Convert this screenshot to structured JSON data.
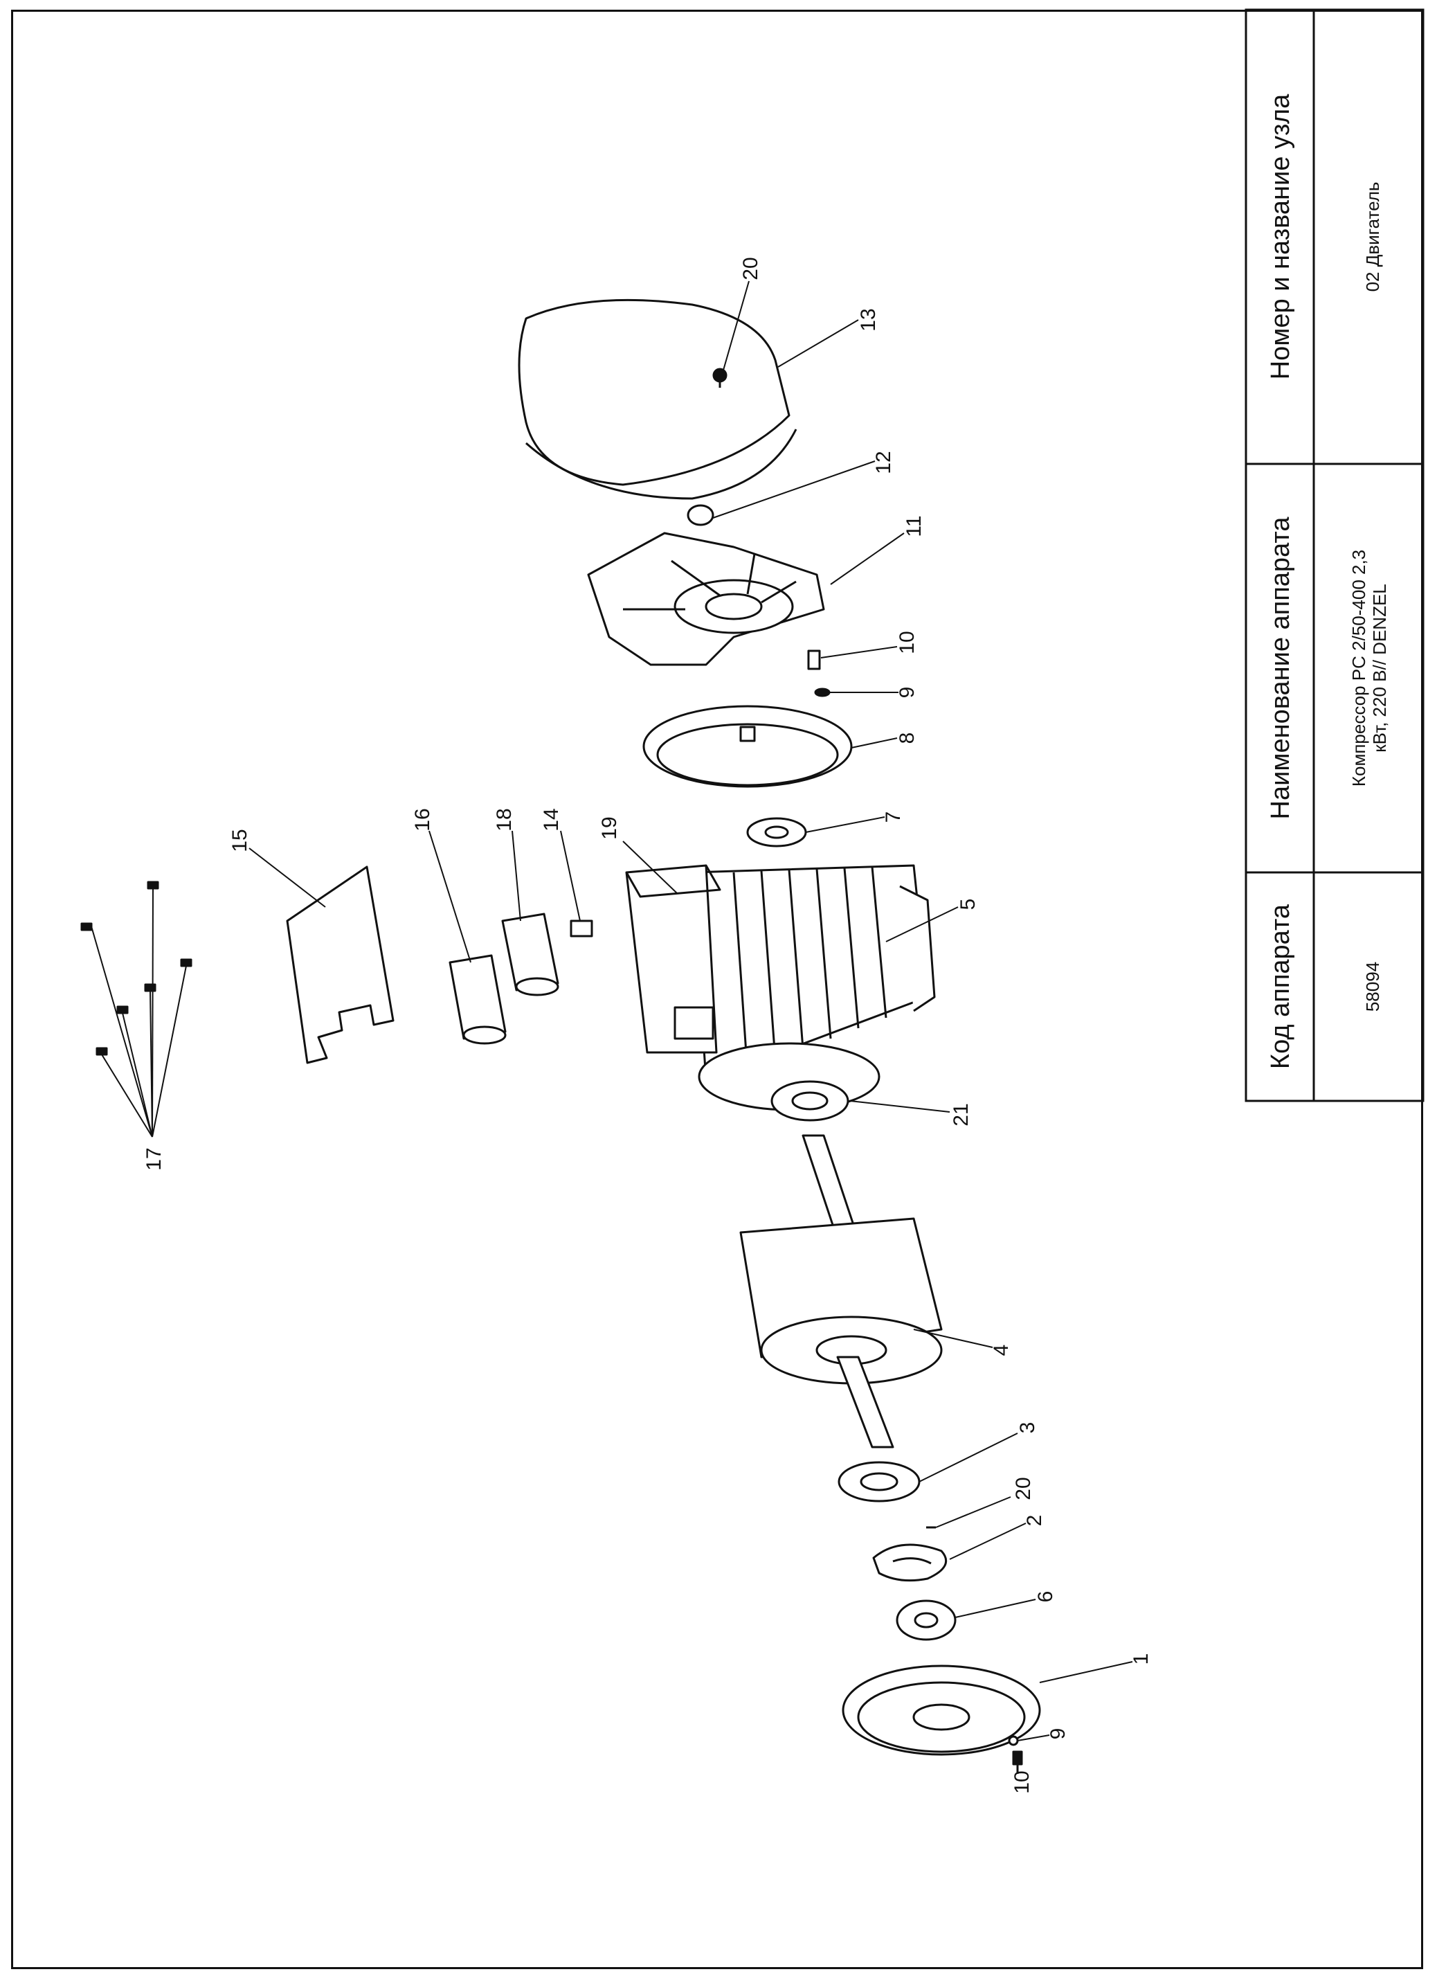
{
  "title_block": {
    "code_header": "Код аппарата",
    "code_value": "58094",
    "device_header": "Наименование аппарата",
    "device_value_line1": "Компрессор PC 2/50-400 2,3",
    "device_value_line2": "кВт, 220 В// DENZEL",
    "unit_header": "Номер и название узла",
    "unit_value": "02  Двигатель"
  },
  "callouts": [
    {
      "id": "c20a",
      "label": "20"
    },
    {
      "id": "c13",
      "label": "13"
    },
    {
      "id": "c12",
      "label": "12"
    },
    {
      "id": "c11",
      "label": "11"
    },
    {
      "id": "c10a",
      "label": "10"
    },
    {
      "id": "c9a",
      "label": "9"
    },
    {
      "id": "c8",
      "label": "8"
    },
    {
      "id": "c7",
      "label": "7"
    },
    {
      "id": "c5",
      "label": "5"
    },
    {
      "id": "c19",
      "label": "19"
    },
    {
      "id": "c14",
      "label": "14"
    },
    {
      "id": "c18",
      "label": "18"
    },
    {
      "id": "c16",
      "label": "16"
    },
    {
      "id": "c15",
      "label": "15"
    },
    {
      "id": "c17",
      "label": "17"
    },
    {
      "id": "c21",
      "label": "21"
    },
    {
      "id": "c4",
      "label": "4"
    },
    {
      "id": "c3",
      "label": "3"
    },
    {
      "id": "c20b",
      "label": "20"
    },
    {
      "id": "c2",
      "label": "2"
    },
    {
      "id": "c6",
      "label": "6"
    },
    {
      "id": "c1",
      "label": "1"
    },
    {
      "id": "c9b",
      "label": "9"
    },
    {
      "id": "c10b",
      "label": "10"
    }
  ]
}
